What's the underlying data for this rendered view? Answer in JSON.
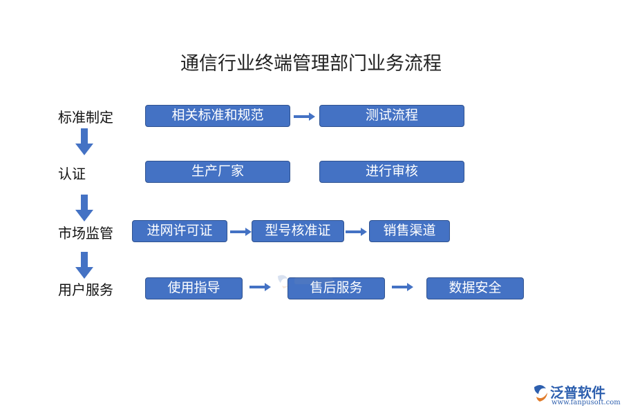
{
  "title": "通信行业终端管理部门业务流程",
  "stages": [
    {
      "label": "标准制定",
      "boxes": [
        "相关标准和规范",
        "测试流程"
      ]
    },
    {
      "label": "认证",
      "boxes": [
        "生产厂家",
        "进行审核"
      ]
    },
    {
      "label": "市场监管",
      "boxes": [
        "进网许可证",
        "型号核准证",
        "销售渠道"
      ]
    },
    {
      "label": "用户服务",
      "boxes": [
        "使用指导",
        "售后服务",
        "数据安全"
      ]
    }
  ],
  "logo": {
    "name": "泛普软件",
    "url": "www.fanpusoft.com"
  },
  "colors": {
    "box_fill": "#4472c4",
    "box_border": "#2f528f",
    "box_text": "#ffffff",
    "arrow": "#4472c4"
  }
}
